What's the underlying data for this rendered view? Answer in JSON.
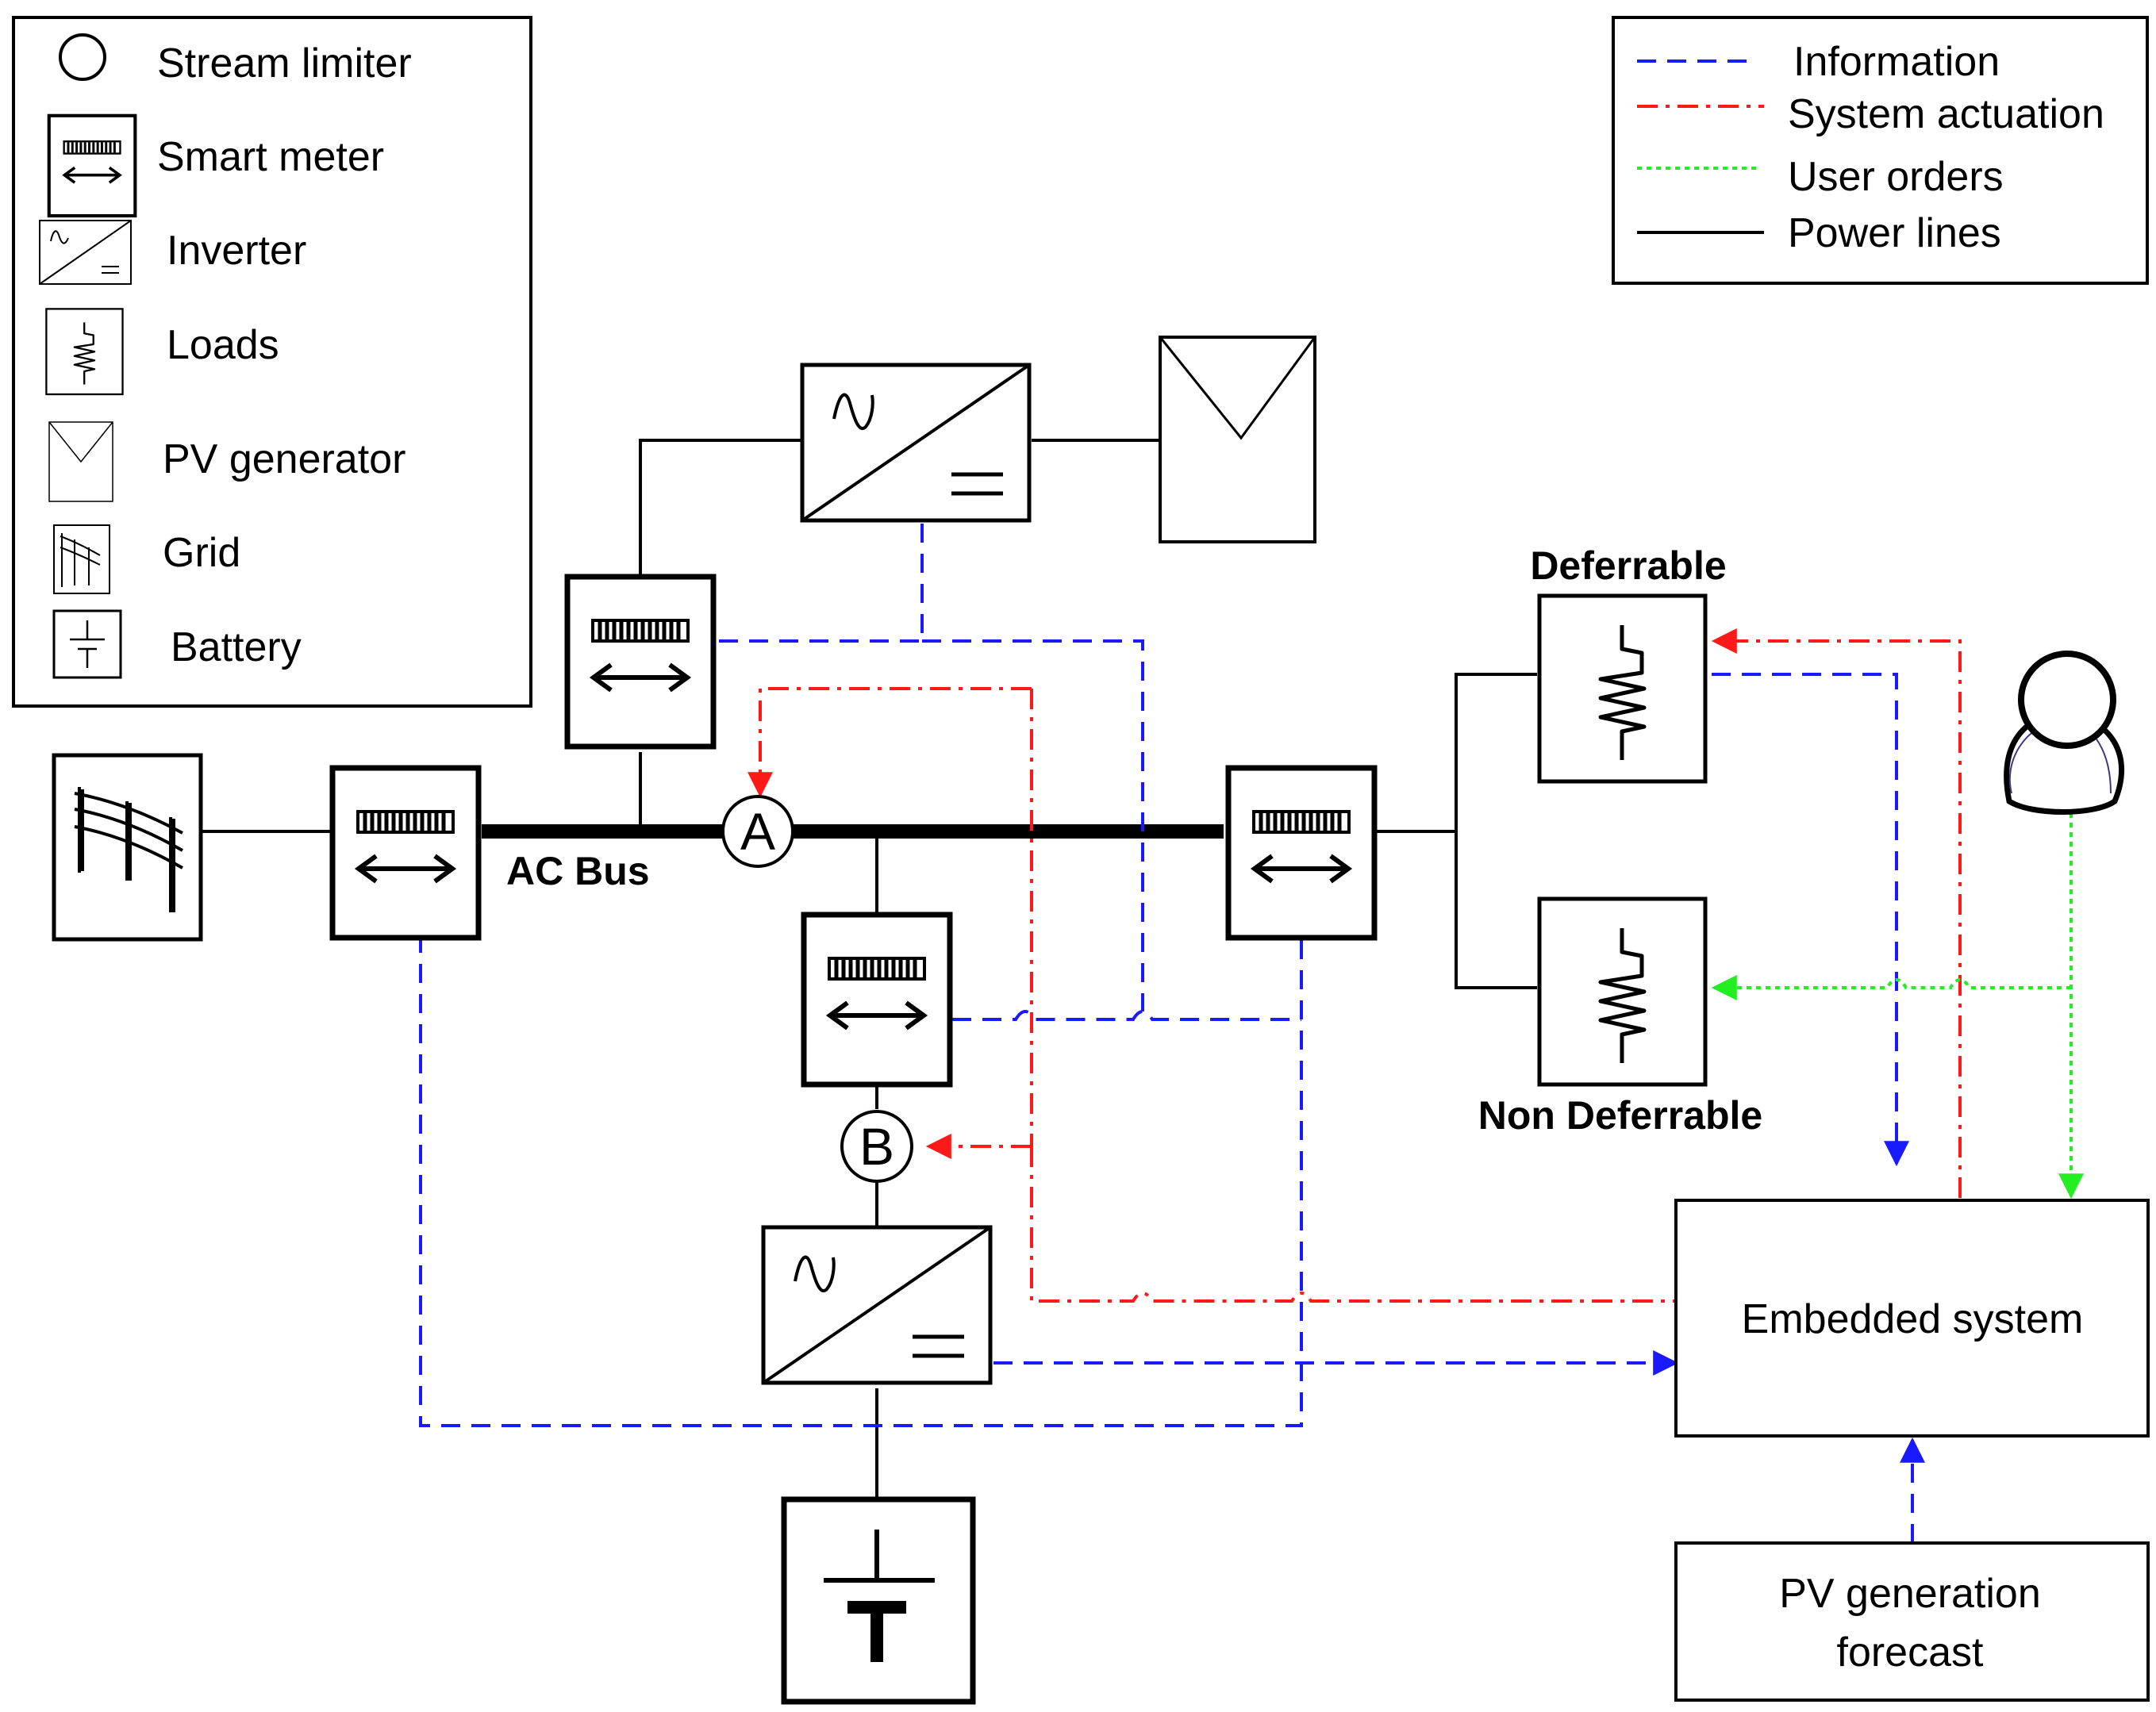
{
  "legend_symbols": {
    "items": [
      {
        "label": "Stream limiter",
        "icon": "stream-limiter-icon"
      },
      {
        "label": "Smart meter",
        "icon": "smart-meter-icon"
      },
      {
        "label": "Inverter",
        "icon": "inverter-icon"
      },
      {
        "label": "Loads",
        "icon": "load-icon"
      },
      {
        "label": "PV generator",
        "icon": "pv-generator-icon"
      },
      {
        "label": "Grid",
        "icon": "grid-icon"
      },
      {
        "label": "Battery",
        "icon": "battery-icon"
      }
    ]
  },
  "legend_lines": {
    "items": [
      {
        "label": "Information",
        "color": "#1a1aff",
        "style": "dashed"
      },
      {
        "label": "System actuation",
        "color": "#ff1a1a",
        "style": "dash-dot"
      },
      {
        "label": "User orders",
        "color": "#22ee22",
        "style": "dotted"
      },
      {
        "label": "Power lines",
        "color": "#000000",
        "style": "solid"
      }
    ]
  },
  "diagram": {
    "ac_bus_label": "AC Bus",
    "limiter_a": "A",
    "limiter_b": "B",
    "deferrable_label": "Deferrable",
    "non_deferrable_label": "Non Deferrable",
    "embedded_system": "Embedded system",
    "pv_forecast_line1": "PV generation",
    "pv_forecast_line2": "forecast"
  },
  "colors": {
    "information": "#1a1aff",
    "actuation": "#ff1a1a",
    "user_orders": "#22ee22",
    "power": "#000000"
  }
}
